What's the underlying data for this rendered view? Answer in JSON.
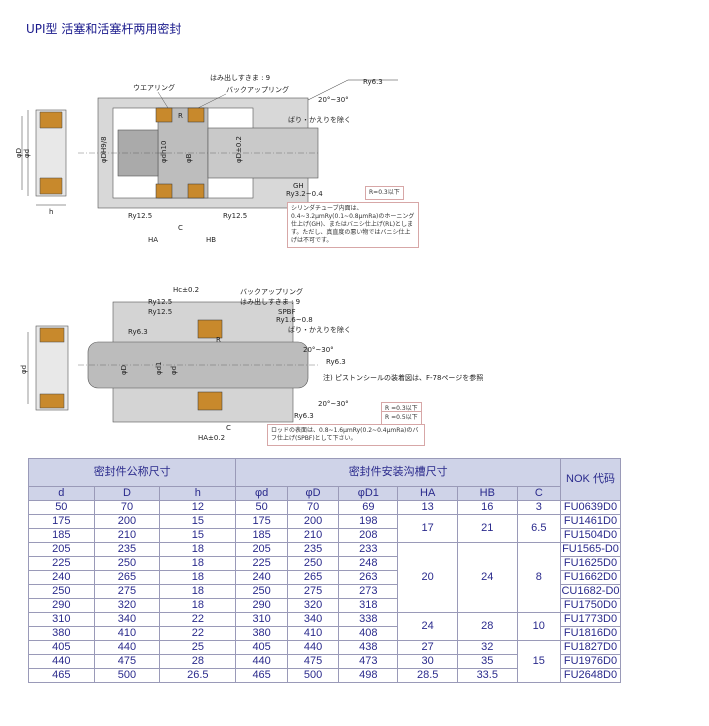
{
  "title": "UPI型 活塞和活塞杆两用密封",
  "drawing1": {
    "labels": {
      "wear_ring": "ウエアリング",
      "extrusion_gap": "はみ出しすきま : 9",
      "backup_ring": "バックアップリング",
      "burr": "ばり・かえりを除く",
      "roughness": "Ry6.3",
      "angle": "20°~30°",
      "phi_D": "φD",
      "phi_d": "φd",
      "h": "h",
      "phi_DH9": "φDH9/8",
      "phi_dh10": "φdh10",
      "phi_B": "φB",
      "phi_D_tol": "φD±0.2",
      "gh": "GH",
      "ry32": "Ry3.2~0.4",
      "ry125a": "Ry12.5",
      "ry125b": "Ry12.5",
      "ha": "HA",
      "hb": "HB",
      "c": "C",
      "r_label": "R",
      "r_note": "R=0.3以下"
    },
    "note": "シリンダチューブ内面は、0.4~3.2μmRy(0.1~0.8μmRa)のホーニング仕上げ(GH)、またはバニシ仕上げ(RL)とします。ただし、真直度の悪い物ではバニシ仕上げは不可です。"
  },
  "drawing2": {
    "labels": {
      "hc": "Hc±0.2",
      "backup_ring": "バックアップリング",
      "extrusion_gap": "はみ出しすきま : 9",
      "ry125a": "Ry12.5",
      "ry125b": "Ry12.5",
      "ry63": "Ry6.3",
      "spbf": "SPBF",
      "ry16": "Ry1.6~0.8",
      "burr": "ばり・かえりを除く",
      "angle1": "20°~30°",
      "angle2": "20°~30°",
      "ry63b": "Ry6.3",
      "ry63c": "Ry6.3",
      "phi_d": "φd",
      "phi_D": "φD",
      "phi_d1": "φd1",
      "phi_d2": "φd",
      "hd": "HA±0.2",
      "c": "C",
      "r": "R",
      "r_note1": "R =0.3以下",
      "r_note2": "R =0.5以下",
      "piston_note": "注) ピストンシールの装着図は、F-78ページを参照",
      "rod_note": "ロッドの表面は、0.8~1.6μmRy(0.2~0.4μmRa)のバフ仕上げ(SPBF)として下さい。"
    }
  },
  "table": {
    "group_headers": [
      "密封件公称尺寸",
      "密封件安装沟槽尺寸",
      "NOK 代码"
    ],
    "sub_headers": [
      "d",
      "D",
      "h",
      "φd",
      "φD",
      "φD1",
      "HA",
      "HB",
      "C"
    ],
    "rows": [
      {
        "d": "50",
        "D": "70",
        "h": "12",
        "pd": "50",
        "pD": "70",
        "pD1": "69",
        "code": "FU0639D0"
      },
      {
        "d": "175",
        "D": "200",
        "h": "15",
        "pd": "175",
        "pD": "200",
        "pD1": "198",
        "code": "FU1461D0"
      },
      {
        "d": "185",
        "D": "210",
        "h": "15",
        "pd": "185",
        "pD": "210",
        "pD1": "208",
        "code": "FU1504D0"
      },
      {
        "d": "205",
        "D": "235",
        "h": "18",
        "pd": "205",
        "pD": "235",
        "pD1": "233",
        "code": "FU1565-D0"
      },
      {
        "d": "225",
        "D": "250",
        "h": "18",
        "pd": "225",
        "pD": "250",
        "pD1": "248",
        "code": "FU1625D0"
      },
      {
        "d": "240",
        "D": "265",
        "h": "18",
        "pd": "240",
        "pD": "265",
        "pD1": "263",
        "code": "FU1662D0"
      },
      {
        "d": "250",
        "D": "275",
        "h": "18",
        "pd": "250",
        "pD": "275",
        "pD1": "273",
        "code": "CU1682-D0"
      },
      {
        "d": "290",
        "D": "320",
        "h": "18",
        "pd": "290",
        "pD": "320",
        "pD1": "318",
        "code": "FU1750D0"
      },
      {
        "d": "310",
        "D": "340",
        "h": "22",
        "pd": "310",
        "pD": "340",
        "pD1": "338",
        "code": "FU1773D0"
      },
      {
        "d": "380",
        "D": "410",
        "h": "22",
        "pd": "380",
        "pD": "410",
        "pD1": "408",
        "code": "FU1816D0"
      },
      {
        "d": "405",
        "D": "440",
        "h": "25",
        "pd": "405",
        "pD": "440",
        "pD1": "438",
        "code": "FU1827D0"
      },
      {
        "d": "440",
        "D": "475",
        "h": "28",
        "pd": "440",
        "pD": "475",
        "pD1": "473",
        "code": "FU1976D0"
      },
      {
        "d": "465",
        "D": "500",
        "h": "26.5",
        "pd": "465",
        "pD": "500",
        "pD1": "498",
        "code": "FU2648D0"
      }
    ],
    "merged": {
      "r0": {
        "ha": "13",
        "hb": "16",
        "c": "3"
      },
      "g1": {
        "ha": "17",
        "hb": "21",
        "c": "6.5"
      },
      "g2": {
        "ha": "20",
        "hb": "24",
        "c": "8"
      },
      "g3": {
        "ha": "24",
        "hb": "28",
        "c": "10"
      },
      "r10": {
        "ha": "27",
        "hb": "32"
      },
      "r11": {
        "ha": "30",
        "hb": "35"
      },
      "r12": {
        "ha": "28.5",
        "hb": "33.5"
      },
      "g4c": "15"
    }
  }
}
